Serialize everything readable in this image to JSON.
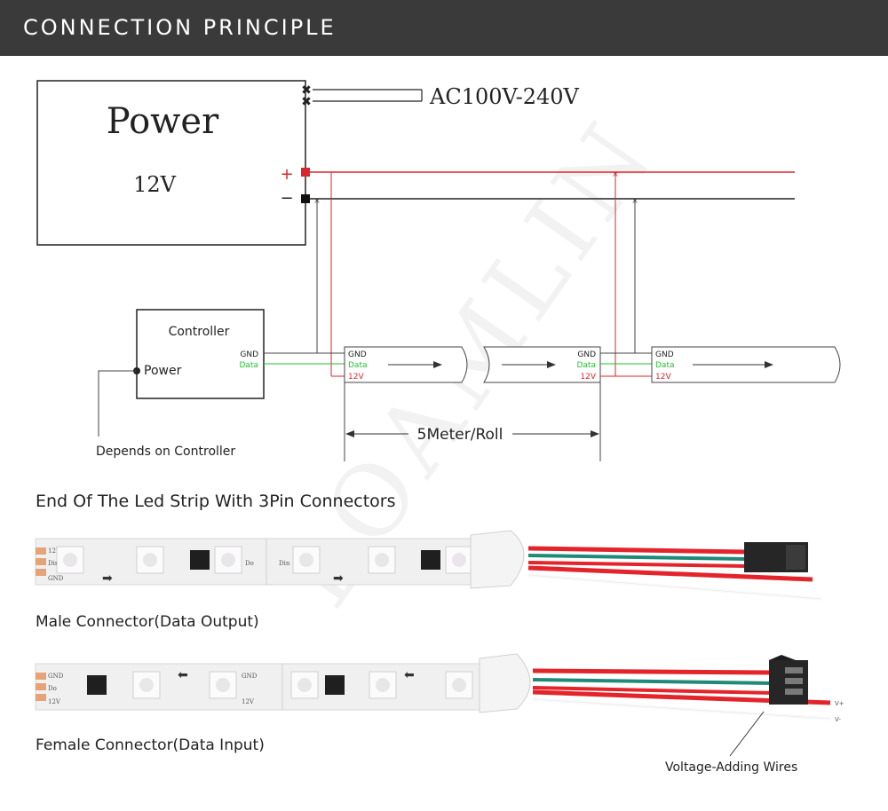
{
  "header": {
    "title": "CONNECTION PRINCIPLE"
  },
  "power_supply": {
    "title": "Power",
    "voltage": "12V",
    "ac_input": "AC100V-240V",
    "plus_sign": "+",
    "minus_sign": "−"
  },
  "controller": {
    "title": "Controller",
    "gnd": "GND",
    "data": "Data",
    "power": "Power",
    "note": "Depends on Controller"
  },
  "strip_pins": {
    "gnd": "GND",
    "data": "Data",
    "v12": "12V"
  },
  "roll_length": "5Meter/Roll",
  "connectors": {
    "heading": "End Of The Led Strip With 3Pin Connectors",
    "male_label": "Male Connector(Data Output)",
    "female_label": "Female Connector(Data Input)",
    "voltage_wires_label": "Voltage-Adding Wires",
    "vplus": "V+",
    "vminus": "V-",
    "pcb_12v": "12V",
    "pcb_din": "Din",
    "pcb_do": "Do",
    "pcb_gnd": "GND"
  },
  "watermark": "LOAMLIN",
  "colors": {
    "header_bg": "#3a3a3a",
    "positive": "#d9262b",
    "negative": "#222222",
    "data": "#22c22e",
    "wire_red": "#e3242b",
    "wire_teal": "#1f8a78"
  }
}
